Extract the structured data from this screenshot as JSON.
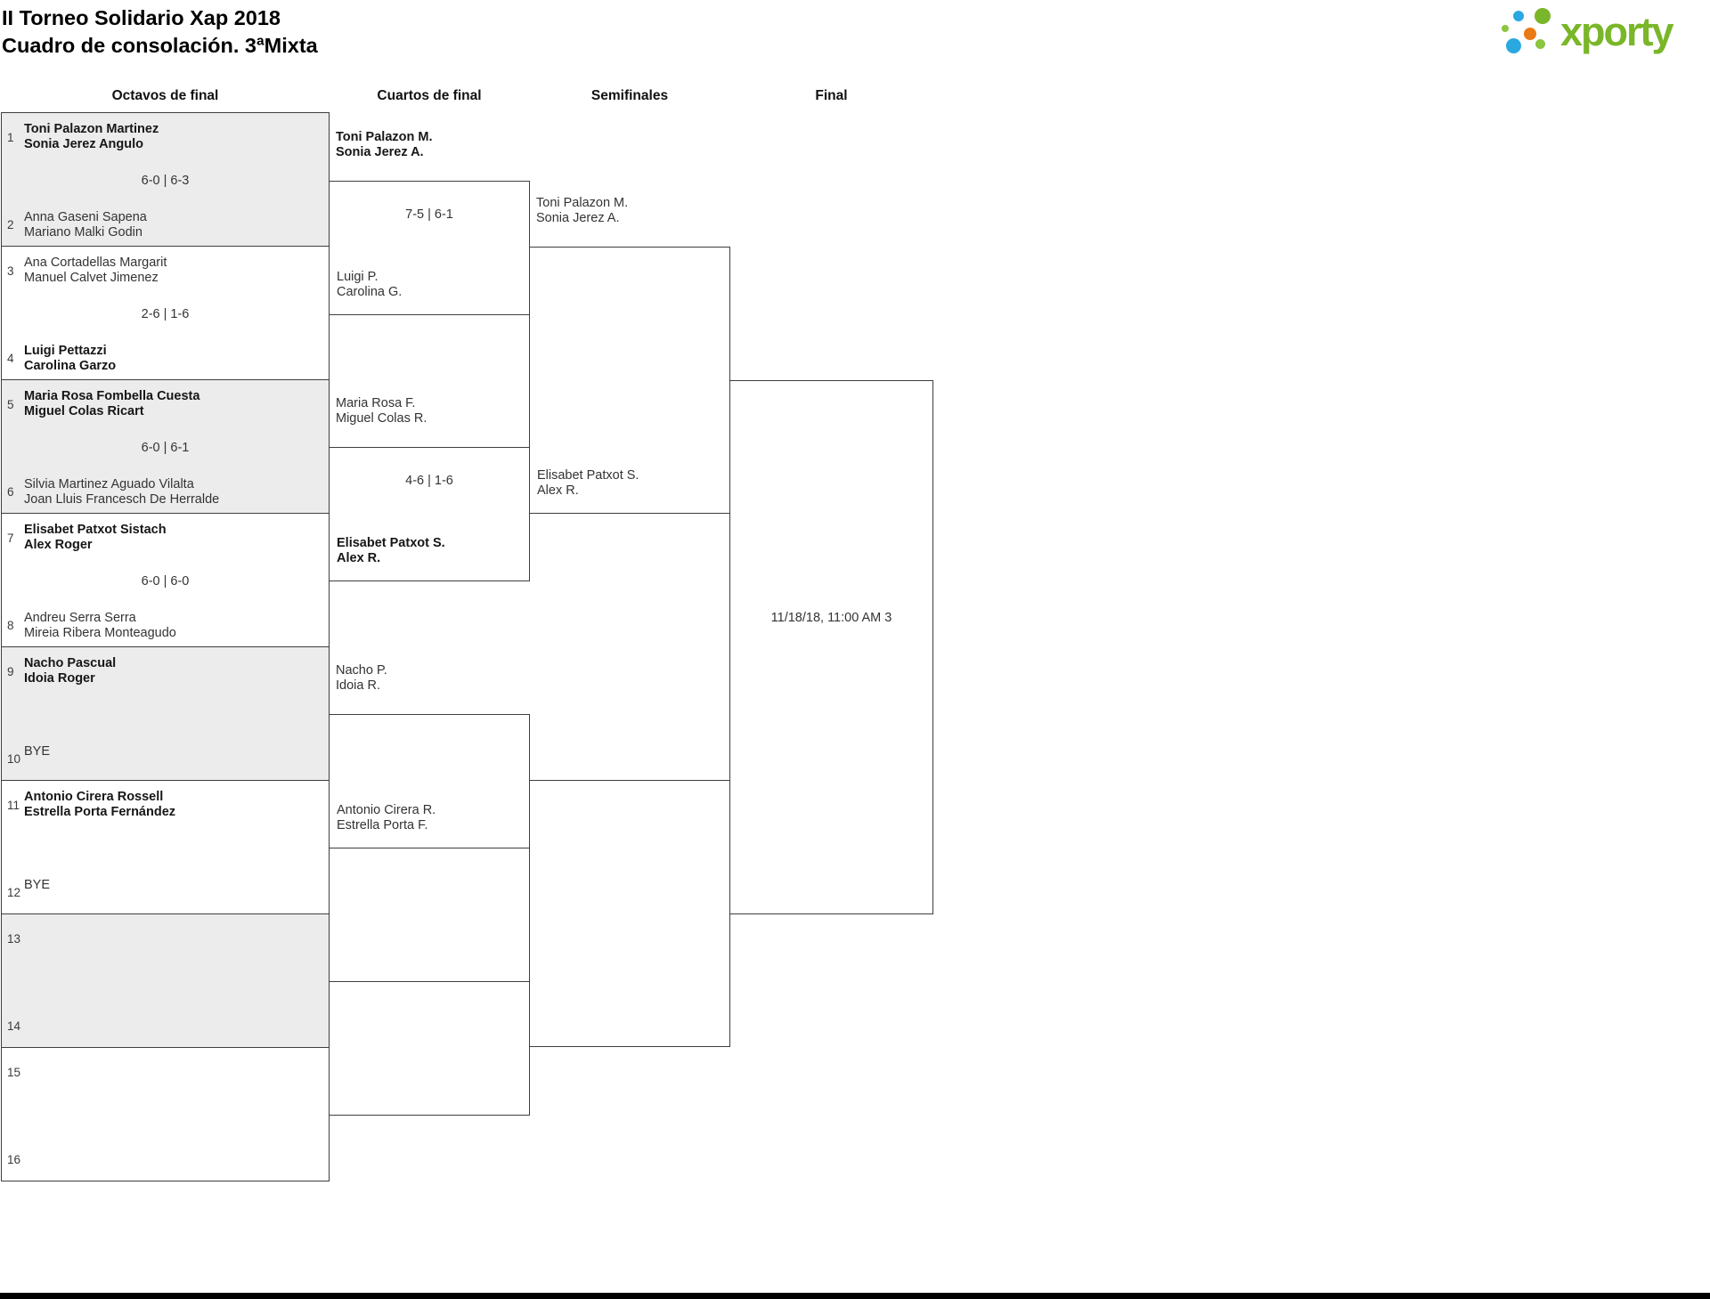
{
  "title": {
    "line1": "II Torneo Solidario Xap 2018",
    "line2": "Cuadro de consolación. 3ªMixta"
  },
  "logo": {
    "text": "xporty",
    "green": "#7ab629",
    "light_green": "#8bc63f",
    "blue": "#2aa9e0",
    "orange": "#ea7a15"
  },
  "columns": {
    "octavos": "Octavos de final",
    "cuartos": "Cuartos de final",
    "semifinales": "Semifinales",
    "final": "Final"
  },
  "colors": {
    "shaded_block": "#ececec",
    "border": "#3e3e3e",
    "text": "#333333",
    "winner_text": "#161616"
  },
  "octavos": [
    {
      "num_top": "1",
      "team_top_1": "Toni Palazon Martinez",
      "team_top_2": "Sonia Jerez Angulo",
      "score": "6-0 | 6-3",
      "num_bottom": "2",
      "team_bottom_1": "Anna Gaseni Sapena",
      "team_bottom_2": "Mariano Malki Godin"
    },
    {
      "num_top": "3",
      "team_top_1": "Ana Cortadellas Margarit",
      "team_top_2": "Manuel Calvet Jimenez",
      "score": "2-6 | 1-6",
      "num_bottom": "4",
      "team_bottom_1": "Luigi Pettazzi",
      "team_bottom_2": "Carolina Garzo"
    },
    {
      "num_top": "5",
      "team_top_1": "Maria Rosa Fombella Cuesta",
      "team_top_2": "Miguel Colas Ricart",
      "score": "6-0 | 6-1",
      "num_bottom": "6",
      "team_bottom_1": "Silvia Martinez Aguado Vilalta",
      "team_bottom_2": "Joan Lluis Francesch De Herralde"
    },
    {
      "num_top": "7",
      "team_top_1": "Elisabet Patxot Sistach",
      "team_top_2": "Alex Roger",
      "score": "6-0 | 6-0",
      "num_bottom": "8",
      "team_bottom_1": "Andreu Serra Serra",
      "team_bottom_2": "Mireia Ribera Monteagudo"
    },
    {
      "num_top": "9",
      "team_top_1": "Nacho Pascual",
      "team_top_2": "Idoia Roger",
      "score": "",
      "num_bottom": "10",
      "team_bottom_1": "BYE",
      "team_bottom_2": ""
    },
    {
      "num_top": "11",
      "team_top_1": "Antonio Cirera Rossell",
      "team_top_2": "Estrella Porta Fernández",
      "score": "",
      "num_bottom": "12",
      "team_bottom_1": "BYE",
      "team_bottom_2": ""
    },
    {
      "num_top": "13",
      "team_top_1": "",
      "team_top_2": "",
      "score": "",
      "num_bottom": "14",
      "team_bottom_1": "",
      "team_bottom_2": ""
    },
    {
      "num_top": "15",
      "team_top_1": "",
      "team_top_2": "",
      "score": "",
      "num_bottom": "16",
      "team_bottom_1": "",
      "team_bottom_2": ""
    }
  ],
  "cuartos": [
    {
      "top_1": "Toni Palazon M.",
      "top_2": "Sonia Jerez A.",
      "score": "7-5 | 6-1",
      "bottom_1": "Luigi P.",
      "bottom_2": "Carolina G."
    },
    {
      "top_1": "Maria Rosa F.",
      "top_2": "Miguel Colas R.",
      "score": "4-6 | 1-6",
      "bottom_1": "Elisabet Patxot S.",
      "bottom_2": "Alex R."
    },
    {
      "top_1": "Nacho P.",
      "top_2": "Idoia R.",
      "score": "",
      "bottom_1": "Antonio Cirera R.",
      "bottom_2": "Estrella Porta F."
    },
    {
      "top_1": "",
      "top_2": "",
      "score": "",
      "bottom_1": "",
      "bottom_2": ""
    }
  ],
  "semifinales": [
    {
      "top_1": "Toni Palazon M.",
      "top_2": "Sonia Jerez A.",
      "bottom_1": "Elisabet Patxot S.",
      "bottom_2": "Alex R."
    },
    {
      "top_1": "",
      "top_2": "",
      "bottom_1": "",
      "bottom_2": ""
    }
  ],
  "final": {
    "schedule": "11/18/18, 11:00 AM 3"
  }
}
